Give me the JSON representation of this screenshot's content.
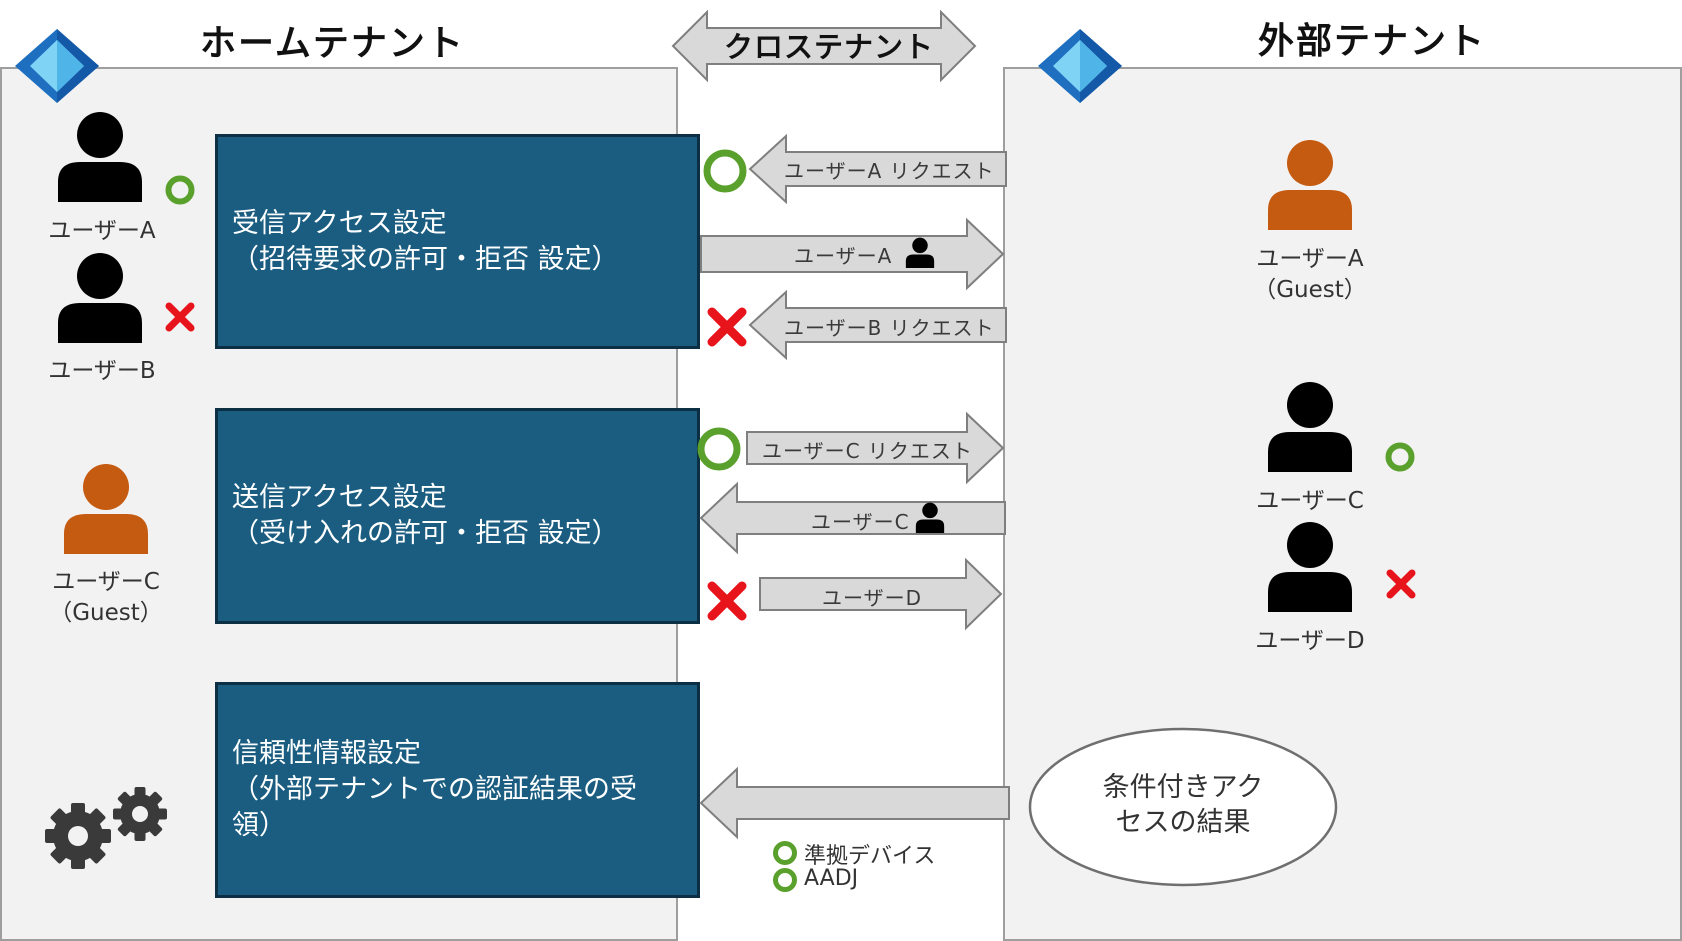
{
  "home": {
    "title": "ホームテナント",
    "users": {
      "a": "ユーザーA",
      "b": "ユーザーB",
      "c_name": "ユーザーC",
      "c_guest": "（Guest）"
    }
  },
  "cross": {
    "title": "クロステナント"
  },
  "external": {
    "title": "外部テナント",
    "users": {
      "a_name": "ユーザーA",
      "a_guest": "（Guest）",
      "c": "ユーザーC",
      "d": "ユーザーD"
    },
    "conditional_access": {
      "line1": "条件付きアク",
      "line2": "セスの結果"
    }
  },
  "settings": {
    "inbound": {
      "line1": "受信アクセス設定",
      "line2": "（招待要求の許可・拒否 設定）"
    },
    "outbound": {
      "line1": "送信アクセス設定",
      "line2": "（受け入れの許可・拒否 設定）"
    },
    "trust": {
      "line1": "信頼性情報設定",
      "line2": "（外部テナントでの認証結果の受",
      "line3": "領）"
    }
  },
  "arrows": {
    "req_a": "ユーザーA リクエスト",
    "user_a": "ユーザーA",
    "req_b": "ユーザーB リクエスト",
    "req_c": "ユーザーC リクエスト",
    "user_c": "ユーザーC",
    "user_d": "ユーザーD"
  },
  "legend": {
    "compliant": "準拠デバイス",
    "aadj": "AADJ"
  },
  "colors": {
    "setting_box": "#1a5d80",
    "allow": "#5aa02c",
    "deny": "#e8141c",
    "guest_person": "#c55a11",
    "person": "#000000",
    "arrow_fill": "#d9d9d9"
  },
  "icons": {
    "tenant_logo": "entra-id-diamond-icon",
    "settings": "gears-icon",
    "allow": "green-circle-icon",
    "deny": "red-x-icon",
    "person": "person-icon"
  }
}
